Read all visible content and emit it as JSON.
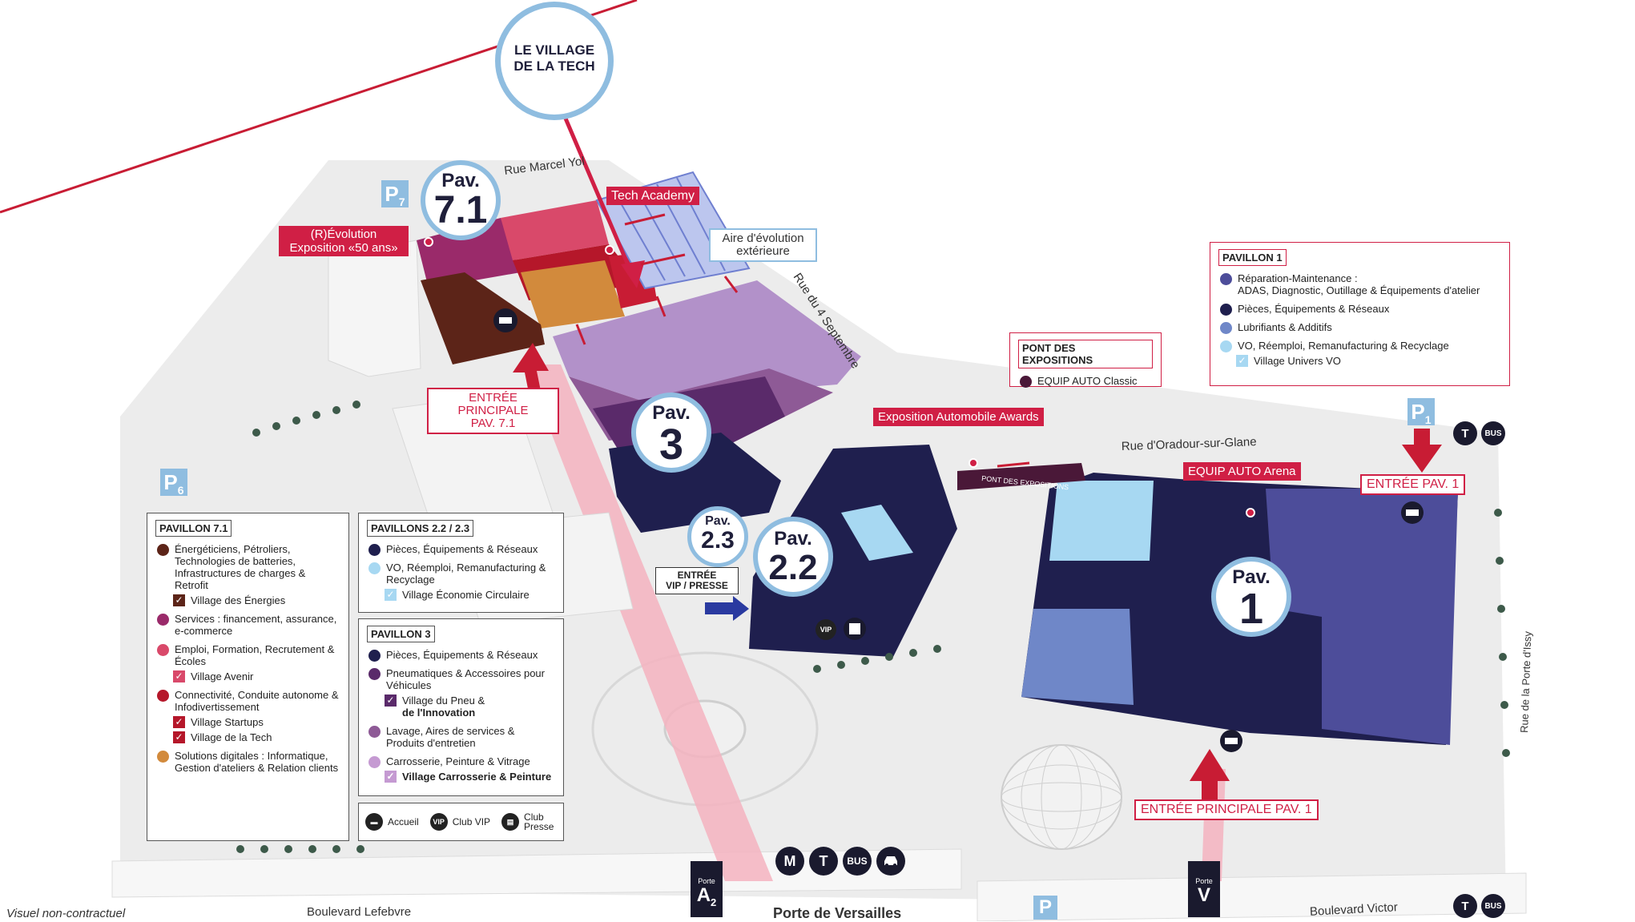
{
  "title_badge": {
    "line1": "LE VILLAGE",
    "line2": "DE LA TECH"
  },
  "pavilions": {
    "p71": {
      "prefix": "Pav.",
      "num": "7.1"
    },
    "p3": {
      "prefix": "Pav.",
      "num": "3"
    },
    "p23": {
      "prefix": "Pav.",
      "num": "2.3"
    },
    "p22": {
      "prefix": "Pav.",
      "num": "2.2"
    },
    "p1": {
      "prefix": "Pav.",
      "num": "1"
    }
  },
  "map_labels": {
    "tech_academy": "Tech Academy",
    "evolution": "(R)Évolution",
    "exposition50": "Exposition «50 ans»",
    "aire_line1": "Aire d'évolution",
    "aire_line2": "extérieure",
    "entree_71_line1": "ENTRÉE PRINCIPALE",
    "entree_71_line2": "PAV. 7.1",
    "expo_awards": "Exposition Automobile Awards",
    "equip_arena": "EQUIP AUTO Arena",
    "entree_pav1": "ENTRÉE PAV. 1",
    "entree_principale_pav1": "ENTRÉE PRINCIPALE PAV. 1",
    "entree_vip_line1": "ENTRÉE",
    "entree_vip_line2": "VIP / PRESSE",
    "pont_small": "PONT DES EXPOSITIONS",
    "disclaimer": "Visuel non-contractuel"
  },
  "streets": {
    "marcel": "Rue Marcel Yol",
    "septembre": "Rue du 4 Septembre",
    "oradour": "Rue d'Oradour-sur-Glane",
    "issy": "Rue de la Porte d'Issy",
    "lefebvre": "Boulevard Lefebvre",
    "versailles": "Porte de Versailles",
    "victor": "Boulevard Victor"
  },
  "parking": {
    "p7": {
      "letter": "P",
      "num": "7"
    },
    "p6": {
      "letter": "P",
      "num": "6"
    },
    "p1": {
      "letter": "P",
      "num": "1"
    },
    "p": {
      "letter": "P"
    }
  },
  "transport": {
    "metro": "M",
    "tram": "T",
    "bus": "BUS"
  },
  "gates": {
    "a2": {
      "top": "Porte",
      "letter": "A",
      "num": "2"
    },
    "v": {
      "top": "Porte",
      "letter": "V"
    }
  },
  "pont_legend": {
    "header": "PONT DES EXPOSITIONS",
    "items": [
      {
        "label": "EQUIP AUTO Classic",
        "color": "#4a1838"
      }
    ]
  },
  "pav1_legend": {
    "header": "PAVILLON 1",
    "items": [
      {
        "label": "Réparation-Maintenance :",
        "label2": "ADAS, Diagnostic, Outillage & Équipements d'atelier",
        "color": "#4d4d9a"
      },
      {
        "label": "Pièces, Équipements & Réseaux",
        "color": "#1f1f4e"
      },
      {
        "label": "Lubrifiants & Additifs",
        "color": "#6f87c8"
      },
      {
        "label": "VO, Réemploi, Remanufacturing & Recyclage",
        "color": "#a7d8f2",
        "sub": "Village Univers VO"
      }
    ]
  },
  "pav71_legend": {
    "header": "PAVILLON 7.1",
    "items": [
      {
        "label": "Énergéticiens, Pétroliers, Technologies de batteries, Infrastructures de charges & Retrofit",
        "color": "#5c2418",
        "sub": "Village des Énergies"
      },
      {
        "label": "Services : financement, assurance, e-commerce",
        "color": "#9a2a6a"
      },
      {
        "label": "Emploi, Formation, Recrutement & Écoles",
        "color": "#d9496a",
        "sub": "Village Avenir"
      },
      {
        "label": "Connectivité, Conduite autonome & Infodivertissement",
        "color": "#b5172a",
        "sub": "Village Startups",
        "sub2": "Village de la Tech"
      },
      {
        "label": "Solutions digitales : Informatique, Gestion d'ateliers & Relation clients",
        "color": "#d28a3c"
      }
    ]
  },
  "pav22_legend": {
    "header": "PAVILLONS 2.2 / 2.3",
    "items": [
      {
        "label": "Pièces, Équipements & Réseaux",
        "color": "#1f1f4e"
      },
      {
        "label": "VO, Réemploi, Remanufacturing & Recyclage",
        "color": "#a7d8f2",
        "sub": "Village Économie Circulaire"
      }
    ]
  },
  "pav3_legend": {
    "header": "PAVILLON 3",
    "items": [
      {
        "label": "Pièces, Équipements & Réseaux",
        "color": "#1f1f4e"
      },
      {
        "label": "Pneumatiques & Accessoires pour Véhicules",
        "color": "#5a2a6a",
        "sub": "Village du Pneu &",
        "sub_line2": "de l'Innovation"
      },
      {
        "label": "Lavage, Aires de services & Produits d'entretien",
        "color": "#8e5a96"
      },
      {
        "label": "Carrosserie, Peinture & Vitrage",
        "color": "#c59ad2",
        "sub": "Village Carrosserie & Peinture"
      }
    ]
  },
  "services": {
    "accueil": "Accueil",
    "club_vip": "Club VIP",
    "club_presse": "Club Presse",
    "vip_icon": "VIP"
  },
  "colors": {
    "accent_red": "#d01f45",
    "badge_blue": "#8fbde0",
    "navy": "#1f1f4e"
  }
}
